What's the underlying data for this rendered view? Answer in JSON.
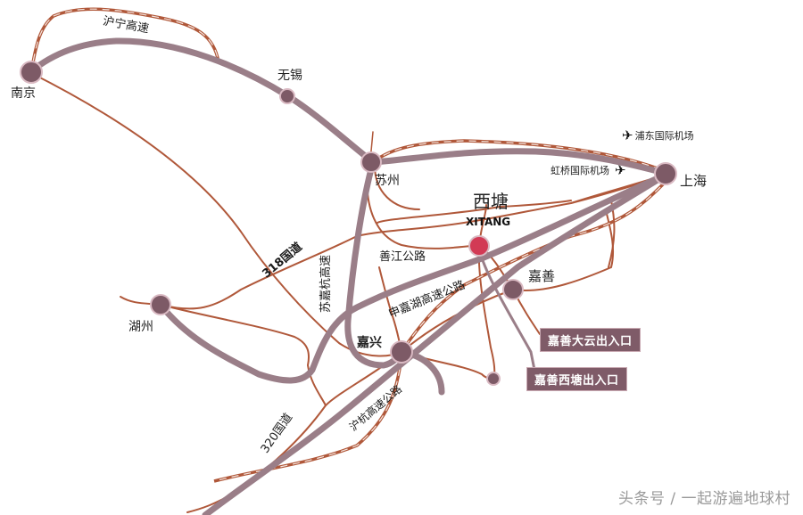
{
  "map": {
    "colors": {
      "highway": "#9a7e88",
      "highway_light": "#c8a9b3",
      "national_road": "#b0583a",
      "railway": "#b0583a",
      "city_node": "#7d5a66",
      "city_ring": "#d9b9c2",
      "destination_node": "#d23a55",
      "exit_label_bg": "#7f5b68"
    },
    "cities": [
      {
        "id": "nanjing",
        "label": "南京"
      },
      {
        "id": "wuxi",
        "label": "无锡"
      },
      {
        "id": "suzhou",
        "label": "苏州"
      },
      {
        "id": "shanghai",
        "label": "上海"
      },
      {
        "id": "huzhou",
        "label": "湖州"
      },
      {
        "id": "jiaxing",
        "label": "嘉兴"
      },
      {
        "id": "jiashan",
        "label": "嘉善"
      }
    ],
    "destination": {
      "label_cn": "西塘",
      "label_en": "XITANG"
    },
    "airports": [
      {
        "label": "浦东国际机场",
        "icon": "airplane-icon"
      },
      {
        "label": "虹桥国际机场",
        "icon": "airplane-icon"
      }
    ],
    "roads": [
      {
        "label": "沪宁高速"
      },
      {
        "label": "318国道"
      },
      {
        "label": "苏嘉杭高速"
      },
      {
        "label": "善江公路"
      },
      {
        "label": "申嘉湖高速公路"
      },
      {
        "label": "320国道"
      },
      {
        "label": "沪杭高速公路"
      }
    ],
    "exits": [
      {
        "label": "嘉善大云出入口"
      },
      {
        "label": "嘉善西塘出入口"
      }
    ]
  },
  "watermark": "头条号 / 一起游遍地球村"
}
